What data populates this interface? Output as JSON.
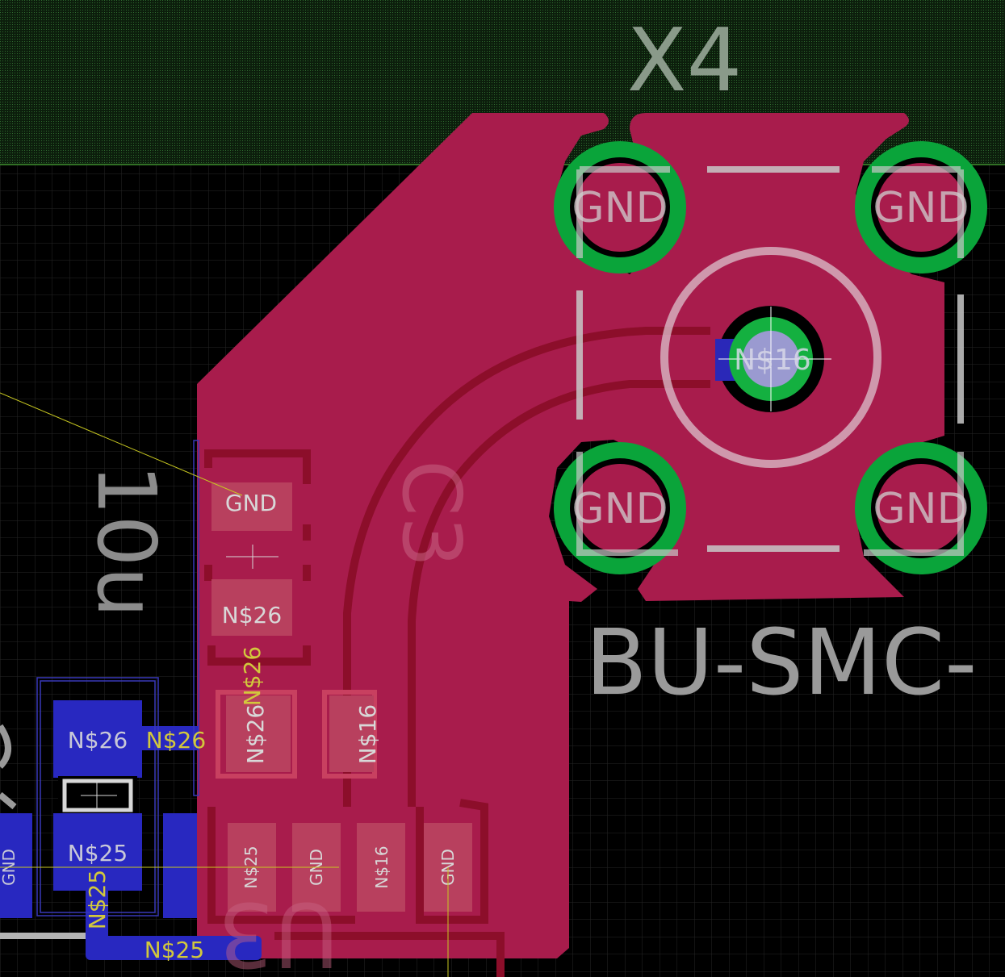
{
  "colors": {
    "background": "#000000",
    "grid": "#2a2a2a",
    "top_zone": "#0f2410",
    "top_zone_line": "#3f8f2f",
    "copper_top": "#b41e50",
    "copper_top_dark": "#8f0f2c",
    "copper_bottom": "#2828c8",
    "pad_green": "#10b040",
    "silk": "#b4b4b4",
    "name_label": "#a8a8a8",
    "airwire": "#c8c820",
    "yellow_label": "#d2c83c"
  },
  "component": {
    "name": "X4",
    "value": "BU-SMC-",
    "pads": {
      "gnd_top_left": "GND",
      "gnd_top_right": "GND",
      "gnd_bottom_left": "GND",
      "gnd_bottom_right": "GND",
      "center": "N$16"
    }
  },
  "smd_labels": {
    "c_top_gnd": "GND",
    "c_top_net26": "N$26",
    "r_left": "N$26",
    "r_right": "N$16",
    "bottom_pad_1": "N$25",
    "bottom_pad_2": "GND",
    "bottom_pad_3": "N$16",
    "bottom_pad_4": "GND",
    "blue_top": "N$26",
    "blue_bottom": "N$25",
    "blue_left_edge": "GND"
  },
  "net_labels": {
    "vertical_26": "N$26",
    "right_26": "N$26",
    "vertical_25": "N$25",
    "bottom_25": "N$25"
  },
  "silk_text": {
    "value_rotated": "10u",
    "cap_designator": "C3",
    "lower_designator": "U3"
  }
}
